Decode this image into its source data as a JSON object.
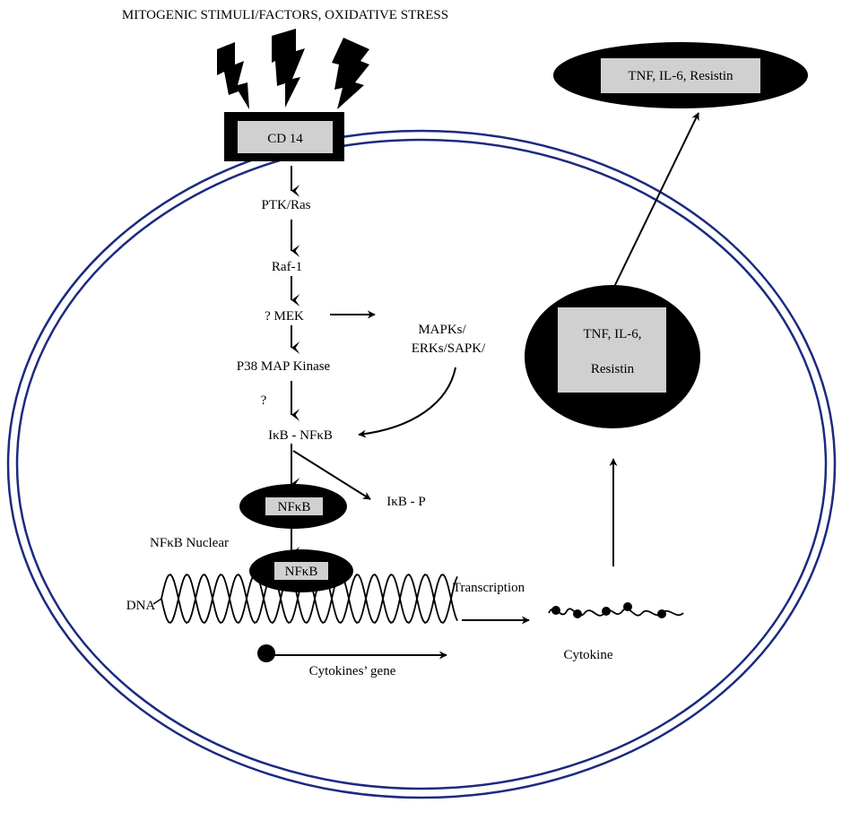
{
  "title": "MITOGENIC STIMULI/FACTORS, OXIDATIVE STRESS",
  "receptor": "CD 14",
  "pathway": {
    "ptk_ras": "PTK/Ras",
    "raf1": "Raf-1",
    "mek": "? MEK",
    "p38": "P38 MAP Kinase",
    "question": "?",
    "ikb_nfkb": "IκB - NFκB",
    "ikb_p": "IκB - P",
    "nfkb": "NFκB",
    "nfkb_nuclear": "NFκB Nuclear",
    "nfkb_bound": "NFκB"
  },
  "mapk": {
    "line1": "MAPKs/",
    "line2": "ERKs/SAPK/"
  },
  "dna": {
    "label": "DNA",
    "gene": "Cytokines’ gene",
    "transcription": "Transcription"
  },
  "cytokine": "Cytokine",
  "inner_output": {
    "line1": "TNF, IL-6,",
    "line2": "Resistin"
  },
  "outer_output": "TNF, IL-6, Resistin",
  "colors": {
    "cell_membrane": "#1b2a80",
    "box_fill": "#d0d0d0",
    "black": "#000000"
  }
}
